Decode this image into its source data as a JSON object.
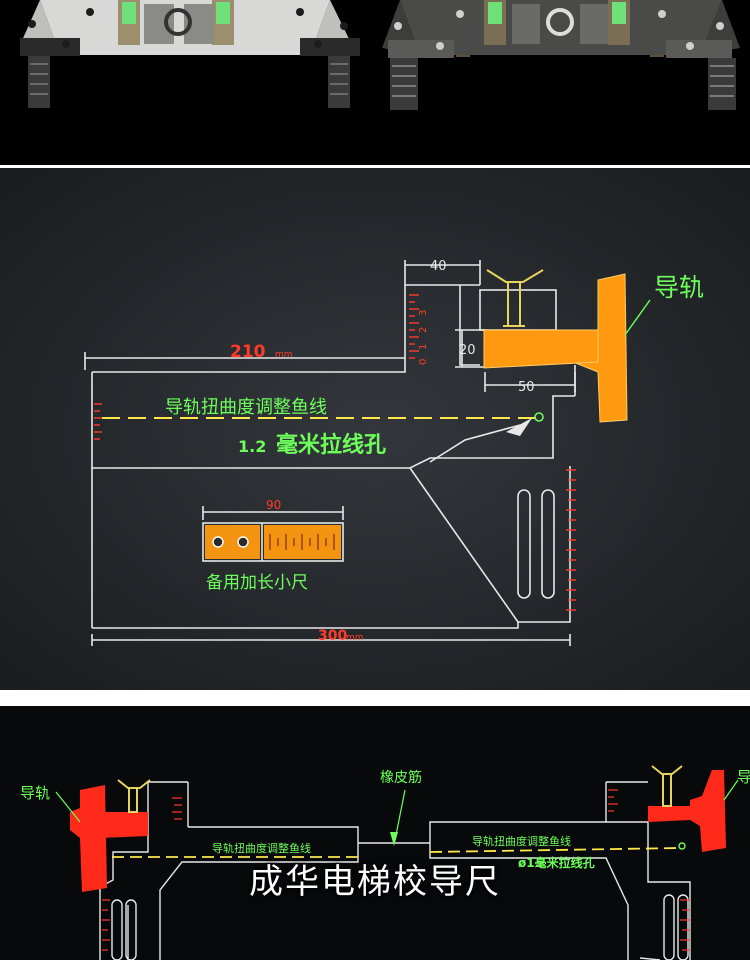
{
  "photo": {
    "colors": {
      "left_plate": "#d8d8d6",
      "right_plate": "#4a4a48",
      "vial": "#6fe07a"
    }
  },
  "diagram": {
    "colors": {
      "line": "#e8e8e8",
      "rail": "#ff9a10",
      "green_text": "#6dff5a",
      "red_text": "#ff3b2a",
      "yellow_dash": "#ffe84a"
    },
    "dim_40": "40",
    "dim_20": "20",
    "dim_50": "50",
    "dim_210": "210",
    "unit_mm": "mm",
    "dim_90": "90",
    "dim_300": "300",
    "label_rail": "导轨",
    "label_twist_line": "导轨扭曲度调整鱼线",
    "label_hole_num": "1.2",
    "label_hole": "毫米拉线孔",
    "label_spare_ruler": "备用加长小尺",
    "scale_digits": [
      "0",
      "1",
      "2",
      "3"
    ]
  },
  "bottom": {
    "colors": {
      "rail": "#ff2a1a",
      "green_text": "#6dff5a"
    },
    "label_rail_left": "导轨",
    "label_rail_right": "导",
    "label_rubber_band": "橡皮筋",
    "label_twist_line_left": "导轨扭曲度调整鱼线",
    "label_twist_line_right": "导轨扭曲度调整鱼线",
    "label_hole_right": "ø1毫米拉线孔",
    "overlay_title": "成华电梯校导尺"
  }
}
